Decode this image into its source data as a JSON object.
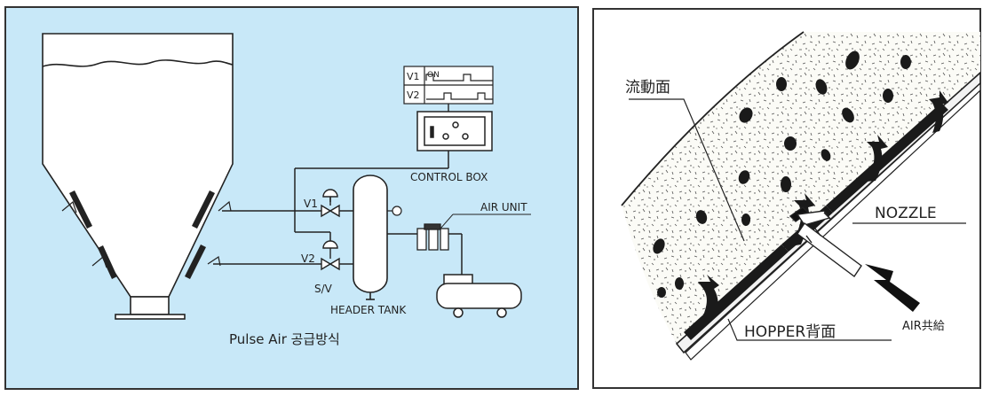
{
  "left_panel": {
    "background": "#c8e8f8",
    "labels": {
      "v1_row": "V1",
      "v1_state": "ON",
      "v2_row": "V2",
      "control_box": "CONTROL BOX",
      "valve1": "V1",
      "valve2": "V2",
      "solenoid": "S/V",
      "air_unit": "AIR UNIT",
      "header_tank": "HEADER TANK",
      "caption": "Pulse Air  공급방식"
    }
  },
  "right_panel": {
    "background": "#ffffff",
    "labels": {
      "flow_surface": "流動面",
      "nozzle": "NOZZLE",
      "hopper_back": "HOPPER背面",
      "air_supply": "AIR共給"
    }
  }
}
